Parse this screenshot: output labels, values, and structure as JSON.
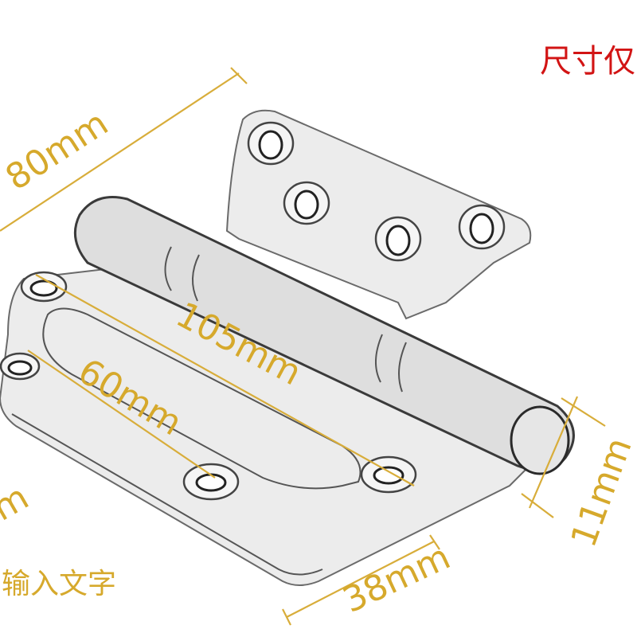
{
  "annotations": {
    "top_length": "80mm",
    "diagonal_length": "105mm",
    "inner_length": "60mm",
    "left_cut": "m",
    "bottom_width": "38mm",
    "knuckle_diameter": "11mm",
    "placeholder_text": "输入文字",
    "size_note": "尺寸仅"
  },
  "colors": {
    "dimension": "#d6a92c",
    "note": "#d21414",
    "sketch": "#555555"
  }
}
